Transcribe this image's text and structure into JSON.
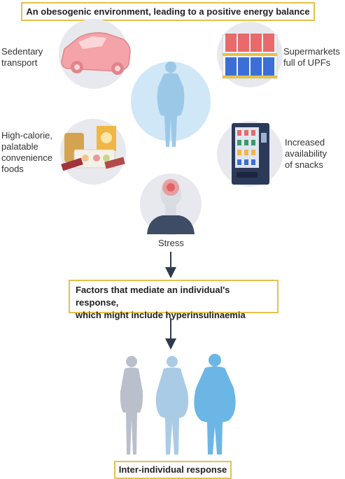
{
  "header": {
    "title": "An obesogenic environment, leading to a positive energy balance"
  },
  "factors": {
    "sedentary": [
      "Sedentary",
      "transport"
    ],
    "supermarkets": [
      "Supermarkets",
      "full of UPFs"
    ],
    "convenience": [
      "High-calorie,",
      "palatable",
      "convenience",
      "foods"
    ],
    "snacks": [
      "Increased",
      "availability",
      "of snacks"
    ],
    "stress": "Stress"
  },
  "mediator": {
    "lines": [
      "Factors that mediate an individual's response,",
      "which might include hyperinsulinaemia"
    ]
  },
  "footer": {
    "label": "Inter-individual response"
  },
  "colors": {
    "circle_grey": "#e7e9ee",
    "circle_blue": "#cfe7f6",
    "body_center": "#9cc8e8",
    "accent_box": "#e3c24a",
    "arrow": "#2f3b4c",
    "person_grey": "#b9c0cc",
    "person_lightblue": "#a9cbe6",
    "person_blue": "#6cb6e6"
  }
}
